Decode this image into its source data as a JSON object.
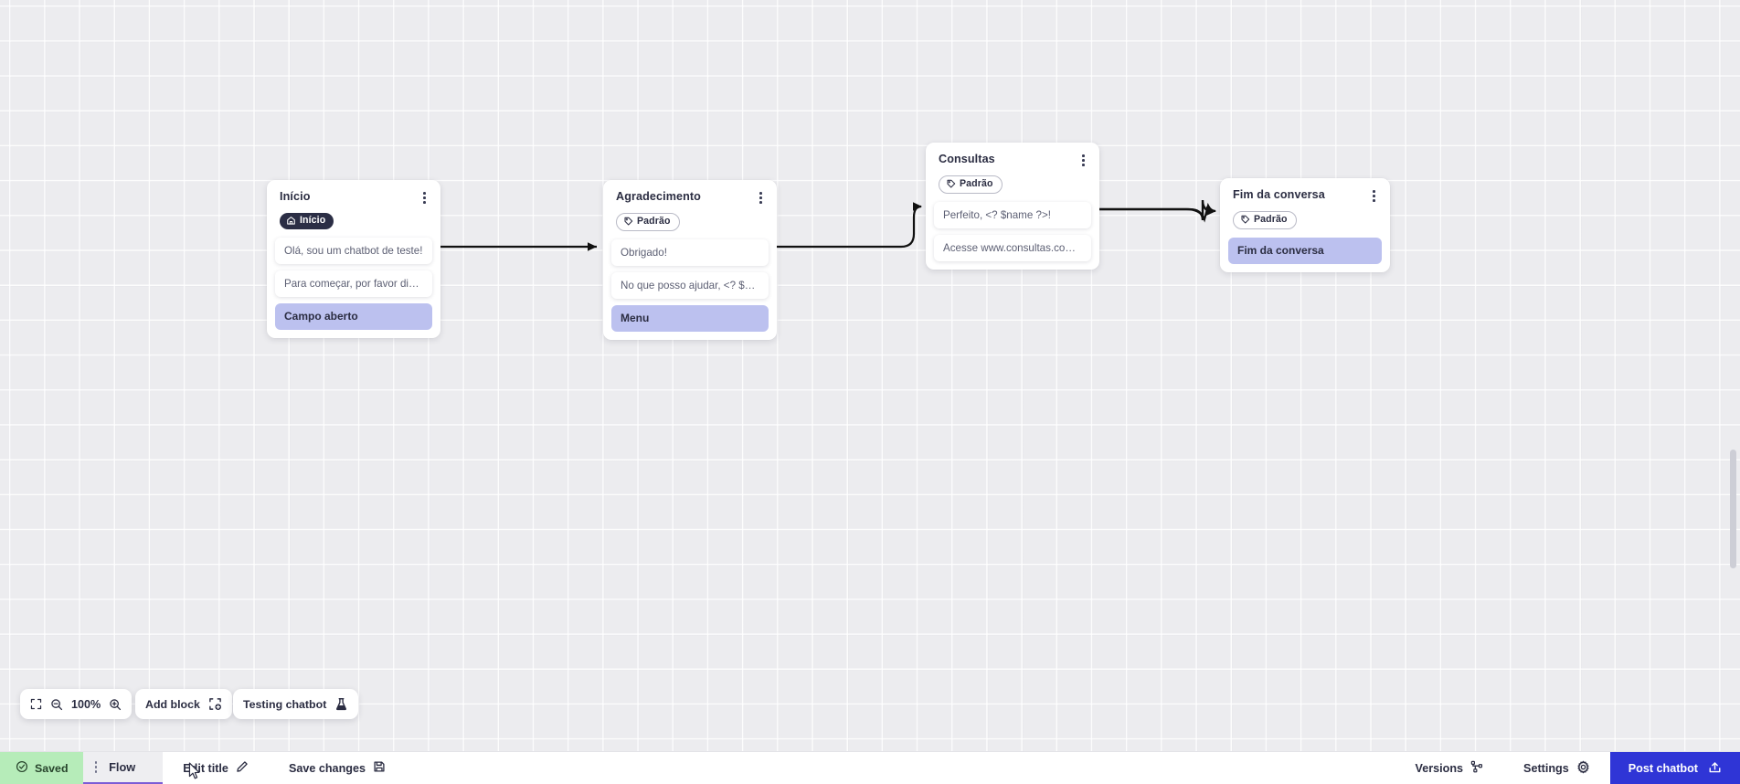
{
  "canvas": {
    "nodes": [
      {
        "id": "inicio",
        "title": "Início",
        "tag": {
          "label": "Início",
          "icon": "home-icon",
          "style": "home"
        },
        "messages": [
          "Olá, sou um chatbot de teste!",
          "Para começar, por favor digite o ..."
        ],
        "action": "Campo aberto"
      },
      {
        "id": "agradecimento",
        "title": "Agradecimento",
        "tag": {
          "label": "Padrão",
          "icon": "tag-icon",
          "style": "default"
        },
        "messages": [
          "Obrigado!",
          "No que posso ajudar, <? $name ..."
        ],
        "action": "Menu"
      },
      {
        "id": "consultas",
        "title": "Consultas",
        "tag": {
          "label": "Padrão",
          "icon": "tag-icon",
          "style": "default"
        },
        "messages": [
          "Perfeito, <? $name ?>!",
          "Acesse www.consultas.com par..."
        ],
        "action": ""
      },
      {
        "id": "fim",
        "title": "Fim da conversa",
        "tag": {
          "label": "Padrão",
          "icon": "tag-icon",
          "style": "default"
        },
        "messages": [],
        "action": "Fim da conversa"
      }
    ]
  },
  "toolbar": {
    "zoom_level": "100%",
    "fit_icon": "fit-screen-icon",
    "zoom_out_icon": "zoom-out-icon",
    "zoom_in_icon": "zoom-in-icon",
    "add_block_label": "Add block",
    "add_block_icon": "add-block-icon",
    "testing_label": "Testing chatbot",
    "testing_icon": "flask-icon"
  },
  "bottombar": {
    "saved_label": "Saved",
    "saved_icon": "check-circle-icon",
    "flow_tab_label": "Flow",
    "flow_tab_menu_icon": "kebab-icon",
    "edit_title_label": "Edit title",
    "edit_title_icon": "pencil-icon",
    "save_changes_label": "Save changes",
    "save_changes_icon": "floppy-disk-icon",
    "versions_label": "Versions",
    "versions_icon": "branch-icon",
    "settings_label": "Settings",
    "settings_icon": "gear-icon",
    "post_label": "Post chatbot",
    "post_icon": "upload-icon"
  },
  "colors": {
    "accent_blue": "#2f35d6",
    "action_chip": "#bcc1ef",
    "saved_green": "#b6ecb9",
    "tab_underline": "#7b5cd6",
    "dark_tag": "#2b2e45",
    "canvas_bg": "#ececef"
  }
}
